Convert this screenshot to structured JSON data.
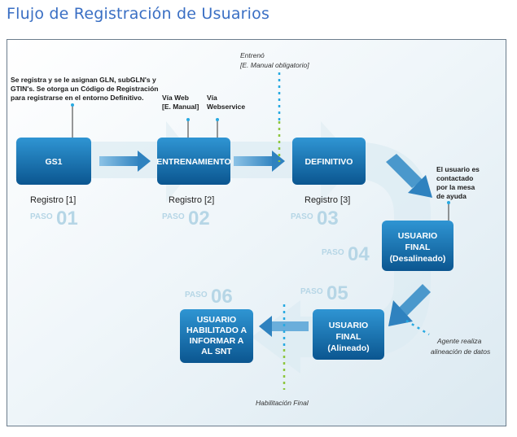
{
  "title": "Flujo de Registración de Usuarios",
  "steps": [
    {
      "label": [
        "GS1"
      ],
      "registro": "Registro [1]",
      "paso": "PASO",
      "num": "01"
    },
    {
      "label": [
        "ENTRENAMIENTO"
      ],
      "registro": "Registro [2]",
      "paso": "PASO",
      "num": "02"
    },
    {
      "label": [
        "DEFINITIVO"
      ],
      "registro": "Registro [3]",
      "paso": "PASO",
      "num": "03"
    },
    {
      "label": [
        "USUARIO",
        "FINAL",
        "(Desalineado)"
      ],
      "paso": "PASO",
      "num": "04"
    },
    {
      "label": [
        "USUARIO",
        "FINAL",
        "(Alineado)"
      ],
      "paso": "PASO",
      "num": "05"
    },
    {
      "label": [
        "USUARIO",
        "HABILITADO A",
        "INFORMAR A",
        "AL SNT"
      ],
      "paso": "PASO",
      "num": "06"
    }
  ],
  "notes": {
    "gs1": [
      "Se registra y se le asignan GLN, subGLN's y",
      "GTIN's. Se otorga un Código de Registración",
      "para registrarse en el entorno Definitivo."
    ],
    "via_web": [
      "Vía Web",
      "[E. Manual]"
    ],
    "via_ws": [
      "Vía",
      "Webservice"
    ],
    "entreno": [
      "Entrenó",
      "[E. Manual obligatorio]"
    ],
    "contactado": [
      "El usuario es",
      "contactado",
      "por la mesa",
      "de ayuda"
    ],
    "agente": [
      "Agente realiza",
      "alineación de datos"
    ],
    "habilitacion": "Habilitación Final"
  },
  "colors": {
    "title": "#3a6fc4",
    "box_dark": "#0d5d9a",
    "box_light": "#2a8fd0",
    "arrow": "#3f8fc4",
    "dotted_blue": "#27a9e1",
    "dotted_green": "#8dc63f",
    "paso": "#b6d6e6"
  }
}
